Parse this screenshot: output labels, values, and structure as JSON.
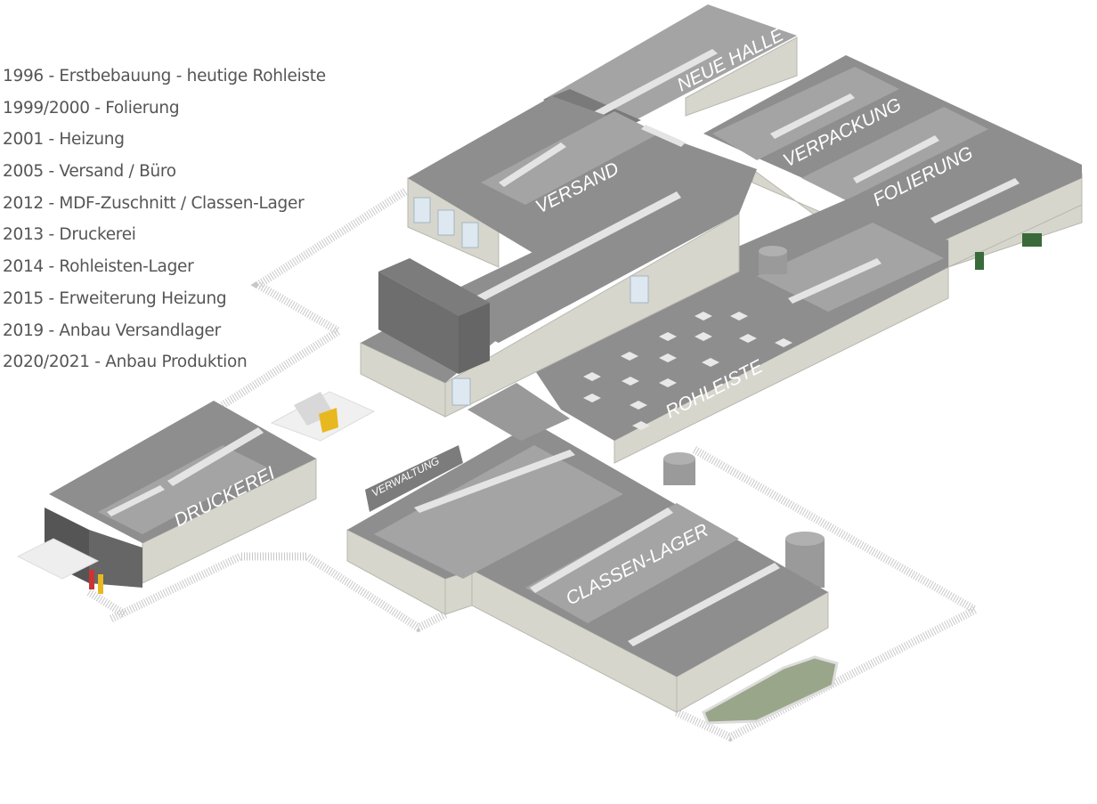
{
  "legend": [
    "1996 - Erstbebauung - heutige Rohleiste",
    "1999/2000 - Folierung",
    "2001 - Heizung",
    "2005 - Versand / Büro",
    "2012 - MDF-Zuschnitt / Classen-Lager",
    "2013 - Druckerei",
    "2014 - Rohleisten-Lager",
    "2015 - Erweiterung Heizung",
    "2019 - Anbau Versandlager",
    "2020/2021 - Anbau Produktion"
  ],
  "buildings": {
    "neue_halle": "NEUE HALLE",
    "versand": "VERSAND",
    "verpackung": "VERPACKUNG",
    "folierung": "FOLIERUNG",
    "rohleiste": "ROHLEISTE",
    "druckerei": "DRUCKEREI",
    "verwaltung": "VERWALTUNG",
    "classen_lager": "CLASSEN-LAGER"
  },
  "colors": {
    "roof": "#8e8e8e",
    "wall": "#d6d6cd",
    "lawn": "#9aa68a",
    "text": "#555555"
  }
}
